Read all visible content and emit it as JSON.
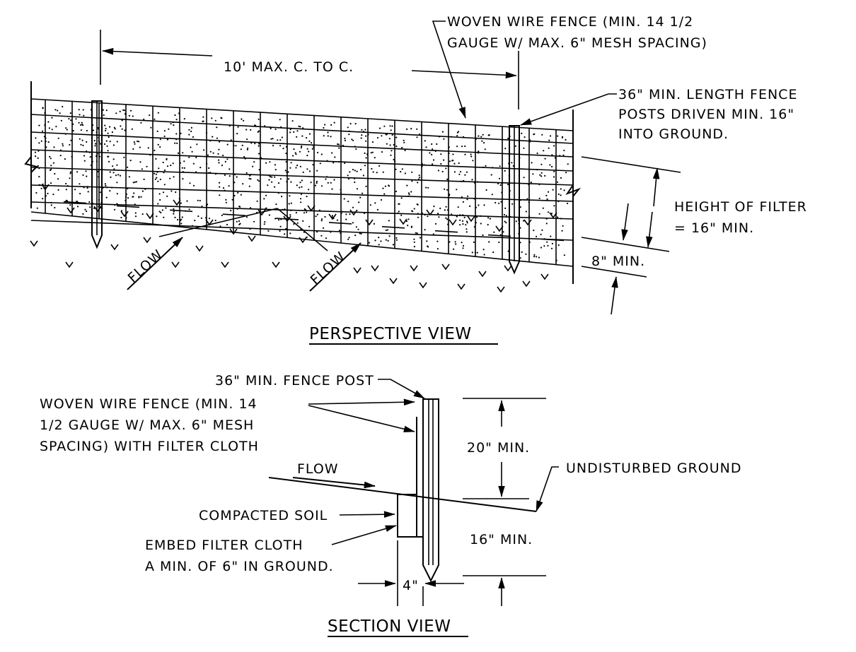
{
  "perspective": {
    "title": "PERSPECTIVE VIEW",
    "spacing_label": "10' MAX. C. TO C.",
    "fence_note_line1": "WOVEN WIRE FENCE (MIN. 14 1/2",
    "fence_note_line2": "GAUGE W/ MAX. 6\" MESH SPACING)",
    "post_note_line1": "36\" MIN. LENGTH FENCE",
    "post_note_line2": "POSTS DRIVEN MIN. 16\"",
    "post_note_line3": "INTO GROUND.",
    "height_note_line1": "HEIGHT OF FILTER",
    "height_note_line2": "= 16\" MIN.",
    "depth_label": "8\" MIN.",
    "flow_label_1": "FLOW",
    "flow_label_2": "FLOW"
  },
  "section": {
    "title": "SECTION VIEW",
    "post_label": "36\" MIN. FENCE POST",
    "fence_note_line1": "WOVEN WIRE FENCE (MIN. 14",
    "fence_note_line2": "1/2 GAUGE W/ MAX. 6\" MESH",
    "fence_note_line3": "SPACING) WITH FILTER CLOTH",
    "flow_label": "FLOW",
    "ground_label": "UNDISTURBED GROUND",
    "height_label": "20\" MIN.",
    "soil_label": "COMPACTED SOIL",
    "embed_line1": "EMBED FILTER CLOTH",
    "embed_line2": "A MIN. OF 6\" IN GROUND.",
    "depth_label": "16\" MIN.",
    "gap_label": "4\""
  }
}
